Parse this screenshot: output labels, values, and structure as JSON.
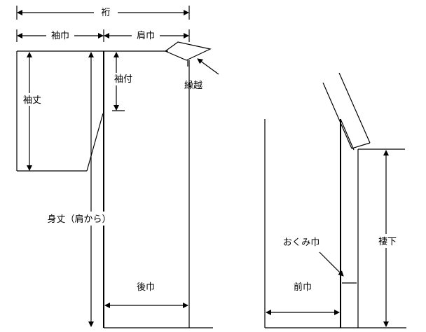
{
  "labels": {
    "yuki": "裄",
    "sodehaba": "袖巾",
    "katahaba": "肩巾",
    "sodetsuke": "袖付",
    "kurikoshi": "繰越",
    "sodetake": "袖丈",
    "mitake": "身丈（肩から）",
    "ushirohaba": "後巾",
    "okumihaba": "おくみ巾",
    "maehaba": "前巾",
    "tsumashita": "褄下"
  }
}
